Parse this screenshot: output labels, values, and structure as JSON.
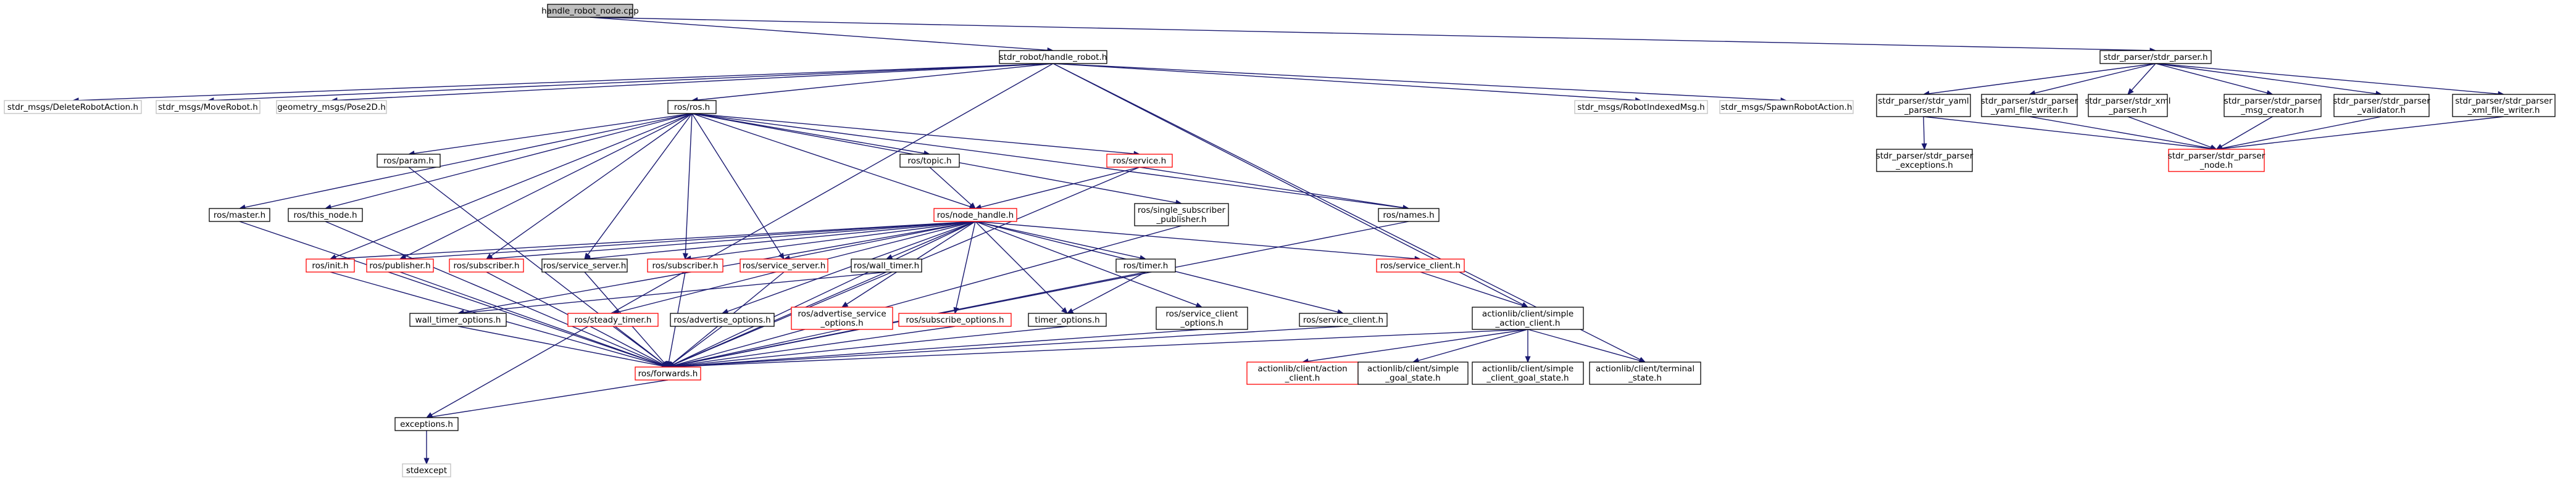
{
  "diagram": {
    "type": "include-dependency-graph",
    "colors": {
      "edge": "#191970",
      "root_fill": "#bfbfbf",
      "documented_border": "#000000",
      "undocumented_border": "#ff0000",
      "external_border": "#bfbfbf",
      "text": "#000000"
    },
    "nodes": [
      {
        "id": "handle_robot_node",
        "lines": [
          "handle_robot_node.cpp"
        ],
        "kind": "root"
      },
      {
        "id": "handle_robot_h",
        "lines": [
          "stdr_robot/handle_robot.h"
        ],
        "kind": "normal"
      },
      {
        "id": "stdr_parser_h",
        "lines": [
          "stdr_parser/stdr_parser.h"
        ],
        "kind": "normal"
      },
      {
        "id": "delete_robot",
        "lines": [
          "stdr_msgs/DeleteRobotAction.h"
        ],
        "kind": "gray"
      },
      {
        "id": "move_robot",
        "lines": [
          "stdr_msgs/MoveRobot.h"
        ],
        "kind": "gray"
      },
      {
        "id": "pose2d",
        "lines": [
          "geometry_msgs/Pose2D.h"
        ],
        "kind": "gray"
      },
      {
        "id": "ros_h",
        "lines": [
          "ros/ros.h"
        ],
        "kind": "normal"
      },
      {
        "id": "robot_indexed",
        "lines": [
          "stdr_msgs/RobotIndexedMsg.h"
        ],
        "kind": "gray"
      },
      {
        "id": "spawn_robot",
        "lines": [
          "stdr_msgs/SpawnRobotAction.h"
        ],
        "kind": "gray"
      },
      {
        "id": "yaml_parser",
        "lines": [
          "stdr_parser/stdr_yaml",
          "_parser.h"
        ],
        "kind": "normal"
      },
      {
        "id": "yaml_writer",
        "lines": [
          "stdr_parser/stdr_parser",
          "_yaml_file_writer.h"
        ],
        "kind": "normal"
      },
      {
        "id": "xml_parser",
        "lines": [
          "stdr_parser/stdr_xml",
          "_parser.h"
        ],
        "kind": "normal"
      },
      {
        "id": "msg_creator",
        "lines": [
          "stdr_parser/stdr_parser",
          "_msg_creator.h"
        ],
        "kind": "normal"
      },
      {
        "id": "validator",
        "lines": [
          "stdr_parser/stdr_parser",
          "_validator.h"
        ],
        "kind": "normal"
      },
      {
        "id": "xml_writer",
        "lines": [
          "stdr_parser/stdr_parser",
          "_xml_file_writer.h"
        ],
        "kind": "normal"
      },
      {
        "id": "parser_exceptions",
        "lines": [
          "stdr_parser/stdr_parser",
          "_exceptions.h"
        ],
        "kind": "normal"
      },
      {
        "id": "parser_node",
        "lines": [
          "stdr_parser/stdr_parser",
          "_node.h"
        ],
        "kind": "red"
      },
      {
        "id": "ros_param",
        "lines": [
          "ros/param.h"
        ],
        "kind": "normal"
      },
      {
        "id": "ros_topic",
        "lines": [
          "ros/topic.h"
        ],
        "kind": "normal"
      },
      {
        "id": "ros_service",
        "lines": [
          "ros/service.h"
        ],
        "kind": "red"
      },
      {
        "id": "ros_master",
        "lines": [
          "ros/master.h"
        ],
        "kind": "normal"
      },
      {
        "id": "ros_this_node",
        "lines": [
          "ros/this_node.h"
        ],
        "kind": "normal"
      },
      {
        "id": "ros_node_handle",
        "lines": [
          "ros/node_handle.h"
        ],
        "kind": "red"
      },
      {
        "id": "single_sub_pub",
        "lines": [
          "ros/single_subscriber",
          "_publisher.h"
        ],
        "kind": "normal"
      },
      {
        "id": "ros_names",
        "lines": [
          "ros/names.h"
        ],
        "kind": "normal"
      },
      {
        "id": "ros_init",
        "lines": [
          "ros/init.h"
        ],
        "kind": "red"
      },
      {
        "id": "ros_publisher",
        "lines": [
          "ros/publisher.h"
        ],
        "kind": "red"
      },
      {
        "id": "ros_subscriber_a",
        "lines": [
          "ros/subscriber.h"
        ],
        "kind": "red"
      },
      {
        "id": "ros_service_server_a",
        "lines": [
          "ros/service_server.h"
        ],
        "kind": "normal"
      },
      {
        "id": "ros_subscriber_b",
        "lines": [
          "ros/subscriber.h"
        ],
        "kind": "red"
      },
      {
        "id": "ros_service_server_b",
        "lines": [
          "ros/service_server.h"
        ],
        "kind": "red"
      },
      {
        "id": "ros_wall_timer",
        "lines": [
          "ros/wall_timer.h"
        ],
        "kind": "normal"
      },
      {
        "id": "ros_timer",
        "lines": [
          "ros/timer.h"
        ],
        "kind": "normal"
      },
      {
        "id": "ros_service_client_a",
        "lines": [
          "ros/service_client.h"
        ],
        "kind": "red"
      },
      {
        "id": "wall_timer_options",
        "lines": [
          "wall_timer_options.h"
        ],
        "kind": "normal"
      },
      {
        "id": "ros_steady_timer",
        "lines": [
          "ros/steady_timer.h"
        ],
        "kind": "red"
      },
      {
        "id": "ros_advertise_options",
        "lines": [
          "ros/advertise_options.h"
        ],
        "kind": "normal"
      },
      {
        "id": "ros_advertise_service",
        "lines": [
          "ros/advertise_service",
          "_options.h"
        ],
        "kind": "red"
      },
      {
        "id": "ros_subscribe_options",
        "lines": [
          "ros/subscribe_options.h"
        ],
        "kind": "red"
      },
      {
        "id": "timer_options",
        "lines": [
          "timer_options.h"
        ],
        "kind": "normal"
      },
      {
        "id": "ros_service_client_options",
        "lines": [
          "ros/service_client",
          "_options.h"
        ],
        "kind": "normal"
      },
      {
        "id": "ros_service_client_b",
        "lines": [
          "ros/service_client.h"
        ],
        "kind": "normal"
      },
      {
        "id": "simple_action_client",
        "lines": [
          "actionlib/client/simple",
          "_action_client.h"
        ],
        "kind": "normal"
      },
      {
        "id": "ros_forwards",
        "lines": [
          "ros/forwards.h"
        ],
        "kind": "red"
      },
      {
        "id": "action_client",
        "lines": [
          "actionlib/client/action",
          "_client.h"
        ],
        "kind": "red"
      },
      {
        "id": "simple_goal_state",
        "lines": [
          "actionlib/client/simple",
          "_goal_state.h"
        ],
        "kind": "normal"
      },
      {
        "id": "simple_client_goal_state",
        "lines": [
          "actionlib/client/simple",
          "_client_goal_state.h"
        ],
        "kind": "normal"
      },
      {
        "id": "terminal_state",
        "lines": [
          "actionlib/client/terminal",
          "_state.h"
        ],
        "kind": "normal"
      },
      {
        "id": "exceptions",
        "lines": [
          "exceptions.h"
        ],
        "kind": "normal"
      },
      {
        "id": "stdexcept",
        "lines": [
          "stdexcept"
        ],
        "kind": "gray"
      }
    ],
    "edges": [
      [
        "handle_robot_node",
        "handle_robot_h"
      ],
      [
        "handle_robot_node",
        "stdr_parser_h"
      ],
      [
        "handle_robot_h",
        "delete_robot"
      ],
      [
        "handle_robot_h",
        "move_robot"
      ],
      [
        "handle_robot_h",
        "pose2d"
      ],
      [
        "handle_robot_h",
        "ros_h"
      ],
      [
        "handle_robot_h",
        "robot_indexed"
      ],
      [
        "handle_robot_h",
        "spawn_robot"
      ],
      [
        "handle_robot_h",
        "simple_action_client"
      ],
      [
        "handle_robot_h",
        "terminal_state"
      ],
      [
        "handle_robot_h",
        "exceptions"
      ],
      [
        "stdr_parser_h",
        "yaml_parser"
      ],
      [
        "stdr_parser_h",
        "yaml_writer"
      ],
      [
        "stdr_parser_h",
        "xml_parser"
      ],
      [
        "stdr_parser_h",
        "msg_creator"
      ],
      [
        "stdr_parser_h",
        "validator"
      ],
      [
        "stdr_parser_h",
        "xml_writer"
      ],
      [
        "yaml_parser",
        "parser_exceptions"
      ],
      [
        "yaml_parser",
        "parser_node"
      ],
      [
        "yaml_writer",
        "parser_node"
      ],
      [
        "xml_parser",
        "parser_node"
      ],
      [
        "msg_creator",
        "parser_node"
      ],
      [
        "validator",
        "parser_node"
      ],
      [
        "xml_writer",
        "parser_node"
      ],
      [
        "ros_h",
        "ros_param"
      ],
      [
        "ros_h",
        "ros_topic"
      ],
      [
        "ros_h",
        "ros_service"
      ],
      [
        "ros_h",
        "ros_master"
      ],
      [
        "ros_h",
        "ros_this_node"
      ],
      [
        "ros_h",
        "ros_node_handle"
      ],
      [
        "ros_h",
        "single_sub_pub"
      ],
      [
        "ros_h",
        "ros_names"
      ],
      [
        "ros_h",
        "ros_init"
      ],
      [
        "ros_h",
        "ros_publisher"
      ],
      [
        "ros_h",
        "ros_subscriber_a"
      ],
      [
        "ros_h",
        "ros_service_server_a"
      ],
      [
        "ros_h",
        "ros_subscriber_b"
      ],
      [
        "ros_h",
        "ros_service_server_b"
      ],
      [
        "ros_param",
        "ros_forwards"
      ],
      [
        "ros_topic",
        "ros_node_handle"
      ],
      [
        "ros_service",
        "ros_node_handle"
      ],
      [
        "ros_service",
        "ros_names"
      ],
      [
        "ros_service",
        "ros_forwards"
      ],
      [
        "ros_master",
        "ros_forwards"
      ],
      [
        "ros_this_node",
        "ros_forwards"
      ],
      [
        "ros_names",
        "ros_forwards"
      ],
      [
        "single_sub_pub",
        "ros_forwards"
      ],
      [
        "ros_node_handle",
        "ros_init"
      ],
      [
        "ros_node_handle",
        "ros_publisher"
      ],
      [
        "ros_node_handle",
        "ros_subscriber_a"
      ],
      [
        "ros_node_handle",
        "ros_service_server_a"
      ],
      [
        "ros_node_handle",
        "ros_subscriber_b"
      ],
      [
        "ros_node_handle",
        "ros_service_server_b"
      ],
      [
        "ros_node_handle",
        "ros_wall_timer"
      ],
      [
        "ros_node_handle",
        "ros_timer"
      ],
      [
        "ros_node_handle",
        "ros_service_client_a"
      ],
      [
        "ros_node_handle",
        "wall_timer_options"
      ],
      [
        "ros_node_handle",
        "ros_steady_timer"
      ],
      [
        "ros_node_handle",
        "ros_advertise_options"
      ],
      [
        "ros_node_handle",
        "ros_advertise_service"
      ],
      [
        "ros_node_handle",
        "ros_subscribe_options"
      ],
      [
        "ros_node_handle",
        "timer_options"
      ],
      [
        "ros_node_handle",
        "ros_service_client_options"
      ],
      [
        "ros_node_handle",
        "ros_service_client_b"
      ],
      [
        "ros_node_handle",
        "ros_forwards"
      ],
      [
        "ros_init",
        "ros_forwards"
      ],
      [
        "ros_publisher",
        "ros_forwards"
      ],
      [
        "ros_subscriber_a",
        "ros_forwards"
      ],
      [
        "ros_service_server_a",
        "ros_forwards"
      ],
      [
        "ros_subscriber_b",
        "ros_forwards"
      ],
      [
        "ros_service_server_b",
        "ros_forwards"
      ],
      [
        "ros_wall_timer",
        "wall_timer_options"
      ],
      [
        "ros_wall_timer",
        "ros_forwards"
      ],
      [
        "ros_timer",
        "timer_options"
      ],
      [
        "ros_timer",
        "ros_forwards"
      ],
      [
        "ros_service_client_a",
        "simple_action_client"
      ],
      [
        "wall_timer_options",
        "ros_forwards"
      ],
      [
        "ros_steady_timer",
        "ros_forwards"
      ],
      [
        "ros_advertise_options",
        "ros_forwards"
      ],
      [
        "ros_advertise_service",
        "ros_forwards"
      ],
      [
        "ros_subscribe_options",
        "ros_forwards"
      ],
      [
        "timer_options",
        "ros_forwards"
      ],
      [
        "ros_service_client_options",
        "ros_forwards"
      ],
      [
        "ros_service_client_b",
        "ros_forwards"
      ],
      [
        "simple_action_client",
        "ros_forwards"
      ],
      [
        "simple_action_client",
        "action_client"
      ],
      [
        "simple_action_client",
        "simple_goal_state"
      ],
      [
        "simple_action_client",
        "simple_client_goal_state"
      ],
      [
        "simple_action_client",
        "terminal_state"
      ],
      [
        "ros_forwards",
        "exceptions"
      ],
      [
        "exceptions",
        "stdexcept"
      ]
    ]
  }
}
